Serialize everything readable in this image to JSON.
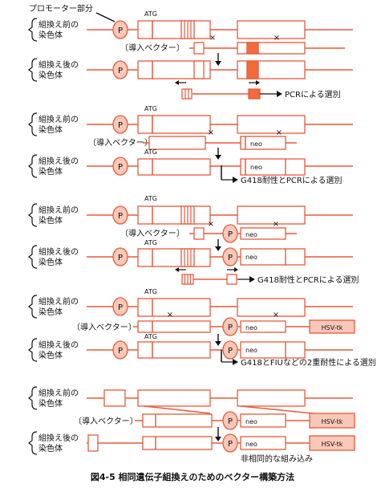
{
  "colors": {
    "line": "#e8593a",
    "fill_light": "#f9c8b8",
    "fill_solid": "#f26a3a",
    "text": "#111111"
  },
  "labels": {
    "before": "組換え前の\n染色体",
    "after": "組換え後の\n染色体",
    "vector": "〔導入ベクター〕",
    "promoter_part": "プロモーター部分",
    "promoter_symbol": "P",
    "atg": "ATG",
    "neo": "neo",
    "hsv_tk": "HSV-tk",
    "cross": "×"
  },
  "panels": [
    {
      "id": "panel-1",
      "note": "PCRによる選別"
    },
    {
      "id": "panel-2",
      "note": "G418耐性とPCRによる選別"
    },
    {
      "id": "panel-3",
      "note": "G418耐性とPCRによる選別"
    },
    {
      "id": "panel-4",
      "note": "G418とFIUなどの2重耐性による選別"
    },
    {
      "id": "panel-5",
      "note": "非相同的な組み込み"
    }
  ],
  "caption": "図4-5 相同遺伝子組換えのためのベクター構築方法"
}
